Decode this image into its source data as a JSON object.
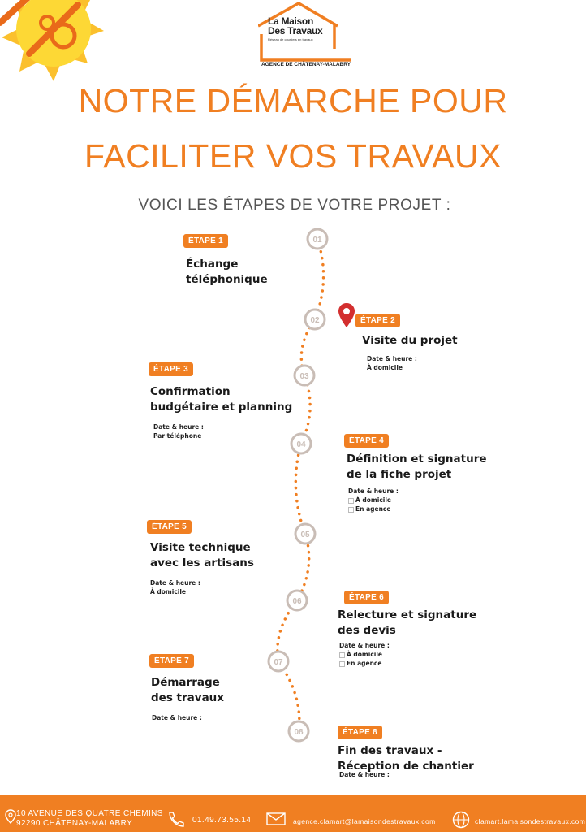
{
  "brand": {
    "name_line1": "La Maison",
    "name_line2": "Des Travaux",
    "tagline": "Réseau de courtiers en travaux",
    "agency": "AGENCE DE CHÂTENAY-MALABRY"
  },
  "heading": {
    "line1": "NOTRE DÉMARCHE POUR",
    "line2": "FACILITER VOS TRAVAUX",
    "subtitle": "VOICI LES ÉTAPES DE VOTRE PROJET :"
  },
  "steps": [
    {
      "number": "01",
      "badge": "ÉTAPE 1",
      "title_lines": [
        "Échange",
        "téléphonique"
      ],
      "details": []
    },
    {
      "number": "02",
      "badge": "ÉTAPE 2",
      "title_lines": [
        "Visite du projet"
      ],
      "details": [
        "Date & heure :",
        "À domicile"
      ]
    },
    {
      "number": "03",
      "badge": "ÉTAPE 3",
      "title_lines": [
        "Confirmation",
        "budgétaire et planning"
      ],
      "details": [
        "Date & heure :",
        "Par téléphone"
      ]
    },
    {
      "number": "04",
      "badge": "ÉTAPE 4",
      "title_lines": [
        "Définition et signature",
        "de la fiche projet"
      ],
      "details": [
        "Date & heure :",
        "À domicile",
        "En agence"
      ]
    },
    {
      "number": "05",
      "badge": "ÉTAPE 5",
      "title_lines": [
        "Visite technique",
        "avec les artisans"
      ],
      "details": [
        "Date & heure :",
        "À domicile"
      ]
    },
    {
      "number": "06",
      "badge": "ÉTAPE 6",
      "title_lines": [
        "Relecture et signature",
        "des devis"
      ],
      "details": [
        "Date & heure :",
        "À domicile",
        "En agence"
      ]
    },
    {
      "number": "07",
      "badge": "ÉTAPE 7",
      "title_lines": [
        "Démarrage",
        "des travaux"
      ],
      "details": [
        "Date & heure :"
      ]
    },
    {
      "number": "08",
      "badge": "ÉTAPE 8",
      "title_lines": [
        "Fin des travaux -",
        "Réception de chantier"
      ],
      "details": [
        "Date & heure :"
      ]
    }
  ],
  "footer": {
    "address_line1": "10 AVENUE DES QUATRE CHEMINS",
    "address_line2": "92290 CHÂTENAY-MALABRY",
    "phone": "01.49.73.55.14",
    "email": "agence.clamart@lamaisondestravaux.com",
    "website": "clamart.lamaisondestravaux.com"
  },
  "colors": {
    "accent": "#F07F22",
    "sun_yellow": "#FBC02D",
    "pin_red": "#D32F2F",
    "circle_gray": "#C9BDB6"
  },
  "icons": [
    "location-pin-icon",
    "phone-icon",
    "envelope-icon",
    "globe-icon",
    "wrench-icon",
    "map-pin-icon"
  ]
}
